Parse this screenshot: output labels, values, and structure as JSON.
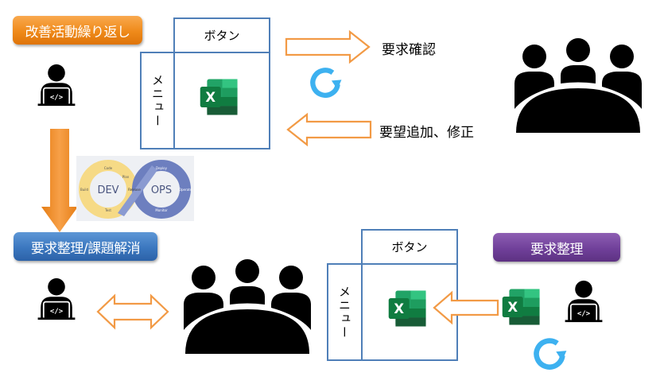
{
  "colors": {
    "box_border": "#4f7fb8",
    "arrow_outline": "#f29a45",
    "arrow_fill_down": "#ef8a1a",
    "cycle_icon": "#3db1f0",
    "badge_orange": "#ef8a1a",
    "badge_blue": "#3b77bf",
    "badge_purple": "#70409a",
    "excel_green": "#1f7a45"
  },
  "top_section": {
    "badge": "改善活動繰り返し",
    "mockup": {
      "button_label": "ボタン",
      "menu_label": "メニュー",
      "content_icon": "excel-icon"
    },
    "arrow_right_label": "要求確認",
    "arrow_left_label": "要望追加、修正",
    "developer_icon": "developer-laptop-icon",
    "meeting_icon": "meeting-group-icon",
    "cycle_icon": "refresh-cycle-icon"
  },
  "transition": {
    "arrow": "down-arrow",
    "devops_image": {
      "left_label": "DEV",
      "right_label": "OPS",
      "stages": [
        "Code",
        "Plan",
        "Build",
        "Test",
        "Release",
        "Deploy",
        "Operate",
        "Monitor"
      ]
    }
  },
  "bottom_section": {
    "badge": "要求整理/課題解消",
    "mockup": {
      "button_label": "ボタン",
      "menu_label": "メニュー",
      "content_icon": "excel-icon"
    },
    "right_badge": "要求整理",
    "developer_icon": "developer-laptop-icon",
    "meeting_icon": "meeting-group-icon",
    "bidirectional_arrow": "double-arrow",
    "cycle_icon": "refresh-cycle-icon"
  }
}
